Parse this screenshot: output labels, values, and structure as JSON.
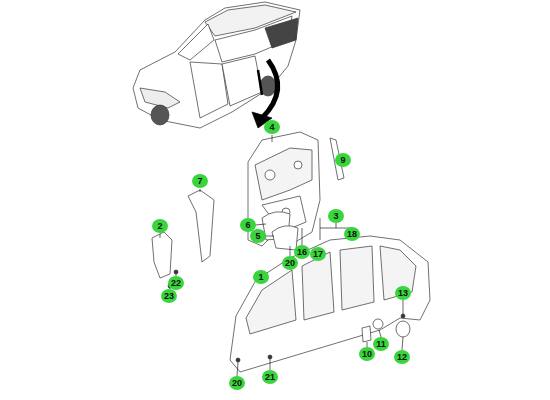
{
  "diagram": {
    "labels": [
      "4",
      "9",
      "7",
      "6",
      "5",
      "3",
      "18",
      "2",
      "17",
      "16",
      "20",
      "22",
      "23",
      "1",
      "13",
      "11",
      "10",
      "12",
      "20",
      "21"
    ]
  }
}
